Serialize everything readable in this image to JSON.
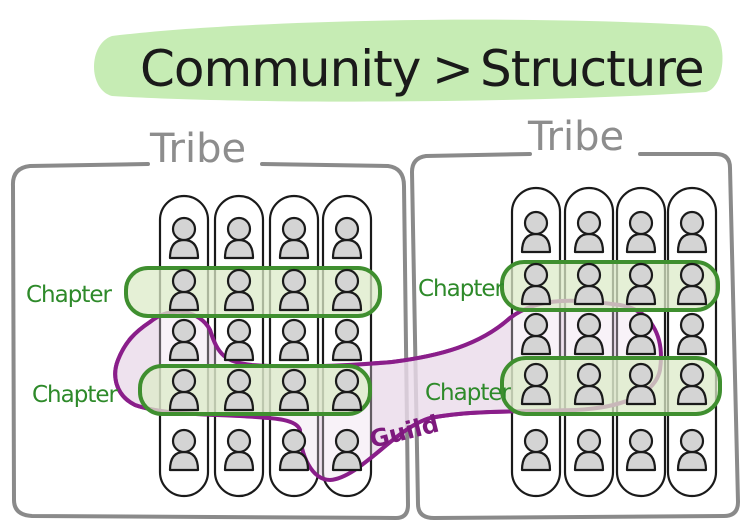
{
  "title": {
    "left": "Community",
    "separator": ">",
    "right": "Structure"
  },
  "tribes": [
    {
      "label": "Tribe"
    },
    {
      "label": "Tribe"
    }
  ],
  "chapters": [
    {
      "label": "Chapter"
    },
    {
      "label": "Chapter"
    },
    {
      "label": "Chapter"
    },
    {
      "label": "Chapter"
    }
  ],
  "guild": {
    "label": "Guild"
  },
  "colors": {
    "title_highlight": "#c6ecb4",
    "tribe_frame": "#8a8a8a",
    "chapter_stroke": "#3f8f2f",
    "chapter_fill": "#dcebc8",
    "guild_stroke": "#8a1e8a",
    "guild_fill": "#eadbea",
    "person_fill": "#d4d4d4",
    "ink": "#1a1a1a"
  }
}
